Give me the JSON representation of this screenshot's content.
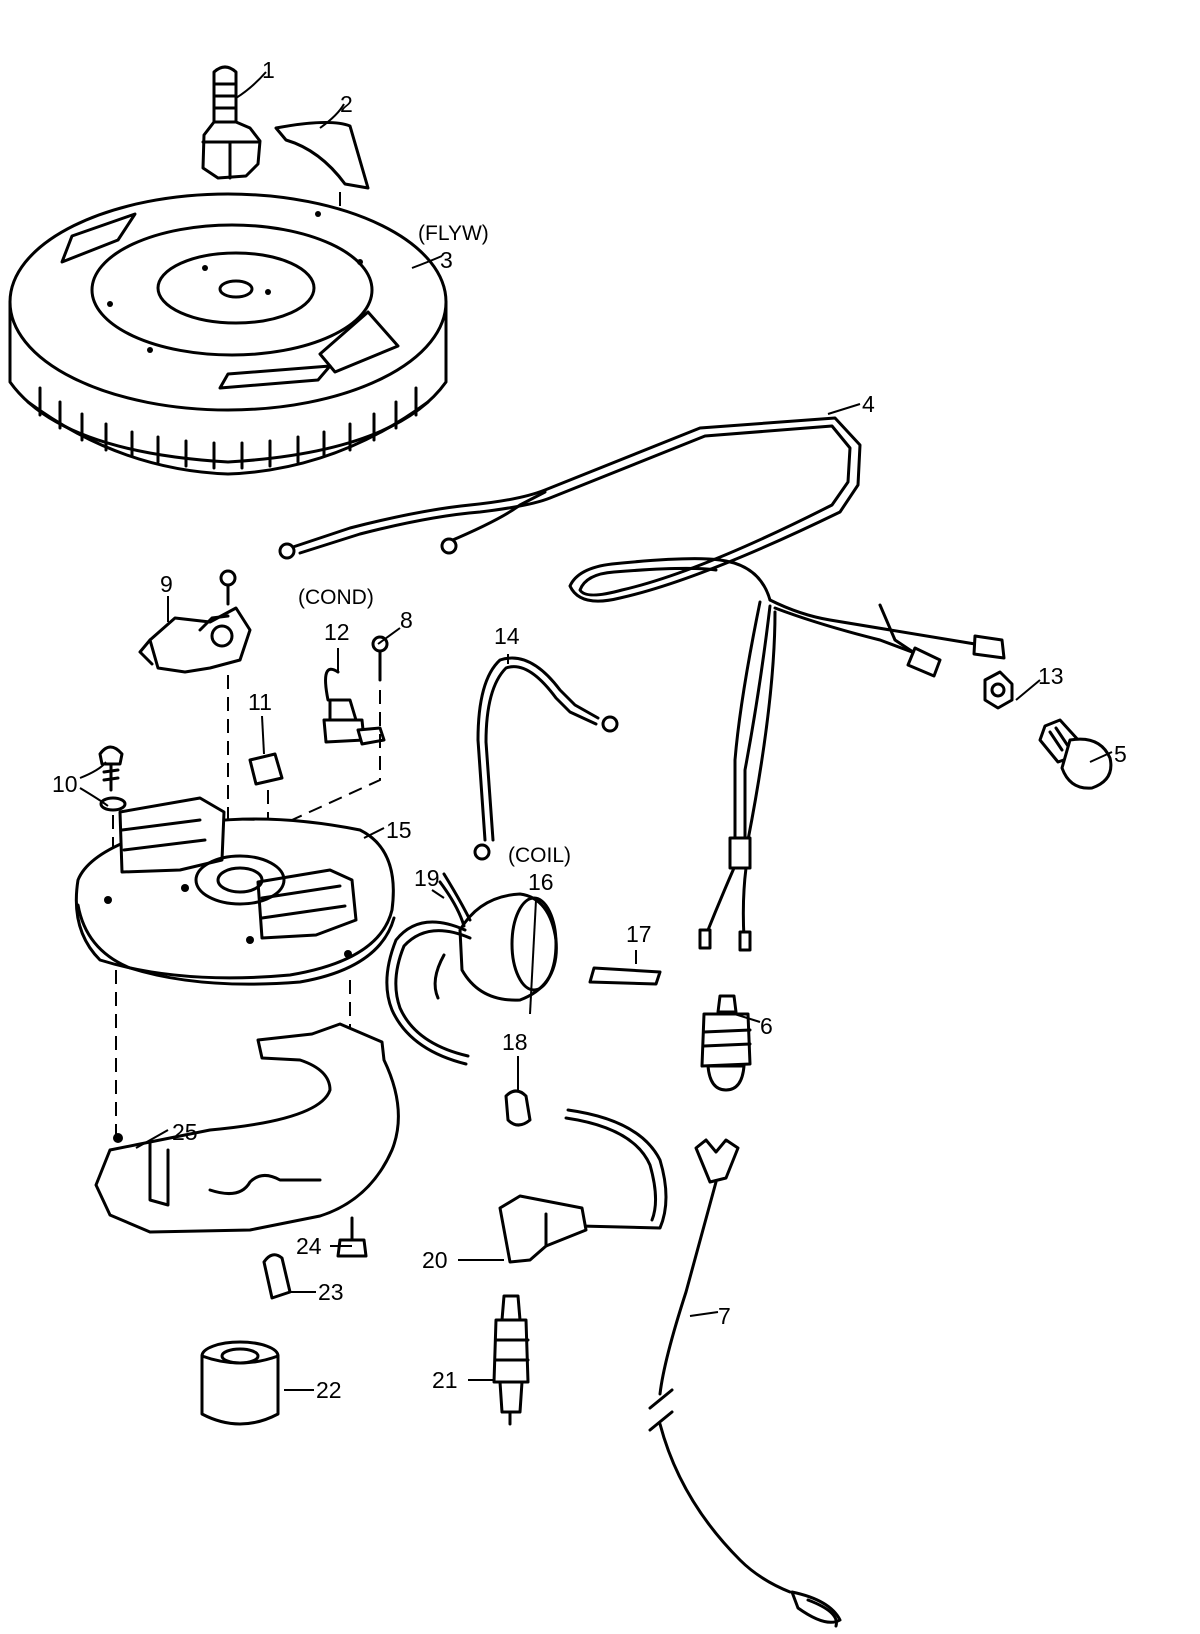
{
  "callouts": {
    "c1": "1",
    "c2": "2",
    "c3": "3",
    "c4": "4",
    "c5": "5",
    "c6": "6",
    "c7": "7",
    "c8": "8",
    "c9": "9",
    "c10": "10",
    "c11": "11",
    "c12": "12",
    "c13": "13",
    "c14": "14",
    "c15": "15",
    "c16": "16",
    "c17": "17",
    "c18": "18",
    "c19": "19",
    "c20": "20",
    "c21": "21",
    "c22": "22",
    "c23": "23",
    "c24": "24",
    "c25": "25"
  },
  "notes": {
    "flyw": "(FLYW)",
    "cond": "(COND)",
    "coil": "(COIL)"
  }
}
